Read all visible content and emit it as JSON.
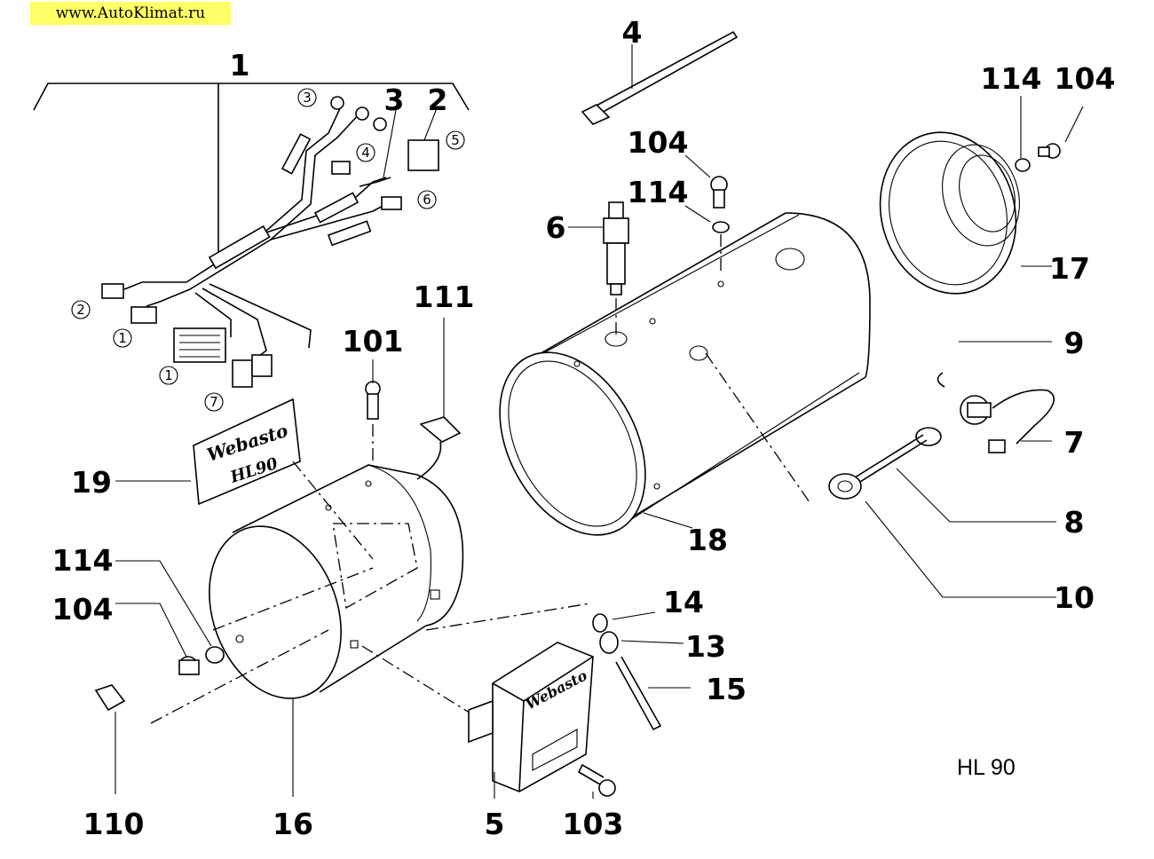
{
  "watermark": "www.AutoKlimat.ru",
  "model_label": "HL 90",
  "label_plate": {
    "brand": "Webasto",
    "model": "HL90"
  },
  "control_unit_brand": "Webasto",
  "callouts": {
    "c1": "1",
    "c2": "2",
    "c3": "3",
    "c4": "4",
    "c5": "5",
    "c6": "6",
    "c7": "7",
    "c8": "8",
    "c9": "9",
    "c10": "10",
    "c13": "13",
    "c14": "14",
    "c15": "15",
    "c16": "16",
    "c17": "17",
    "c18": "18",
    "c19": "19",
    "c101": "101",
    "c103": "103",
    "c104a": "104",
    "c104b": "104",
    "c104c": "104",
    "c110": "110",
    "c111": "111",
    "c114a": "114",
    "c114b": "114",
    "c114c": "114"
  },
  "connector_numbers": {
    "n1a": "1",
    "n1b": "1",
    "n2": "2",
    "n3": "3",
    "n4": "4",
    "n5": "5",
    "n6": "6",
    "n7": "7"
  }
}
